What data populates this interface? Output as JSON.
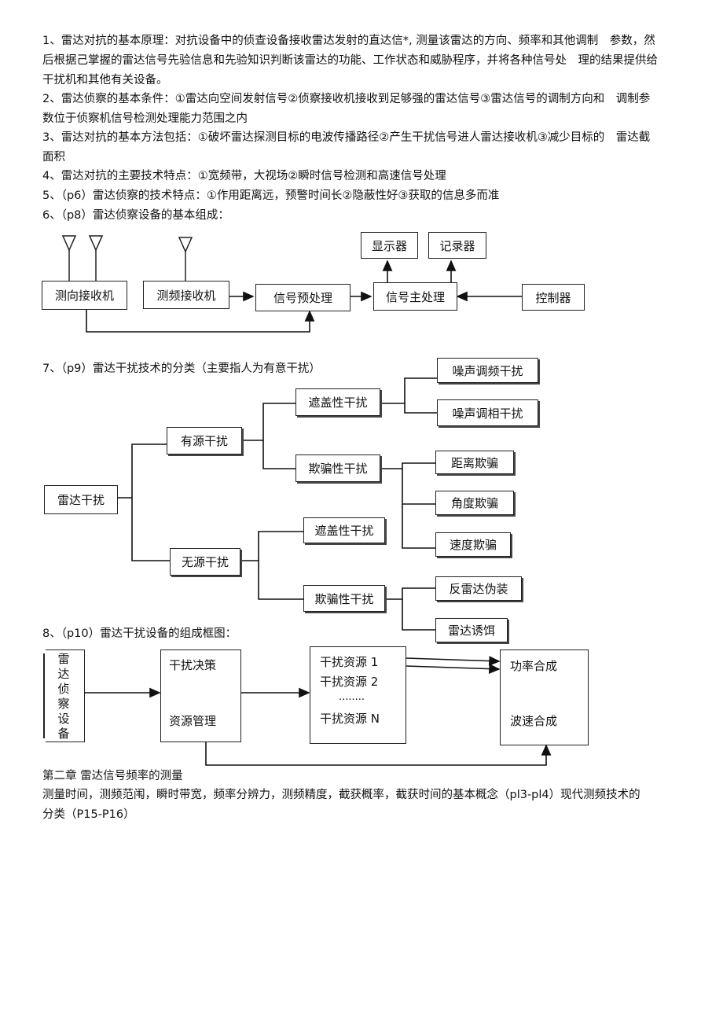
{
  "items": {
    "p1a": "1、雷达对抗的基本原理：对抗设备中的侦查设备接收雷达发射的直达信*, 测量该雷达的方向、频率和其他调制　参数，然",
    "p1b": "后根据己掌握的雷达信号先验信息和先验知识判断该雷达的功能、工作状态和威胁程序，并将各种信号处　理的结果提供给",
    "p1c": "干扰机和其他有关设备。",
    "p2a": "2、雷达侦察的基本条件：①雷达向空间发射信号②侦察接收机接收到足够强的雷达信号③雷达信号的调制方向和　调制参",
    "p2b": "数位于侦察机信号检测处理能力范围之内",
    "p3a": "3、雷达对抗的基本方法包括：①破坏雷达探测目标的电波传播路径②产生干扰信号进人雷达接收机③减少目标的　雷达截",
    "p3b": "面积",
    "p4": "4、雷达对抗的主要技术特点：①宽频带，大视场②瞬时信号检测和高速信号处理",
    "p5": "5、（p6）雷达侦察的技术特点：①作用距离远，预警时间长②隐蔽性好③获取的信息多而准",
    "p6": "6、（p8）雷达侦察设备的基本组成：",
    "p7": "7、（p9）雷达干扰技术的分类（主要指人为有意干扰）",
    "p8": "8、（p10）雷达干扰设备的组成框图：",
    "ch2": "第二章  雷达信号频率的测量",
    "ch2a": "测量时间，测频范闱，瞬时带宽，频率分辨力，测频精度，截获概率，截获时间的基本概念（pl3-pl4）现代测频技术的",
    "ch2b": "分类（P15-P16）"
  },
  "diag1": {
    "dir_rx": "测向接收机",
    "freq_rx": "测频接收机",
    "pre": "信号预处理",
    "main": "信号主处理",
    "display": "显示器",
    "recorder": "记录器",
    "control": "控制器"
  },
  "diag2": {
    "root": "雷达干扰",
    "active": "有源干扰",
    "passive": "无源干扰",
    "a_cover": "遮盖性干扰",
    "a_deceive": "欺骗性干扰",
    "noise_fm": "噪声调频干扰",
    "noise_pm": "噪声调相干扰",
    "range": "距离欺骗",
    "angle": "角度欺骗",
    "velocity": "速度欺骗",
    "p_cover": "遮盖性干扰",
    "p_deceive": "欺骗性干扰",
    "anti_radar": "反雷达伪装",
    "decoy": "雷达诱饵"
  },
  "diag3": {
    "recon": [
      "雷",
      "达",
      "侦",
      "察",
      "设",
      "备"
    ],
    "decision": "干扰决策",
    "resmgmt": "资源管理",
    "res1": "干扰资源 1",
    "res2": "干扰资源 2",
    "dots": "........",
    "resn": "干扰资源 N",
    "power": "功率合成",
    "beam": "波速合成"
  }
}
